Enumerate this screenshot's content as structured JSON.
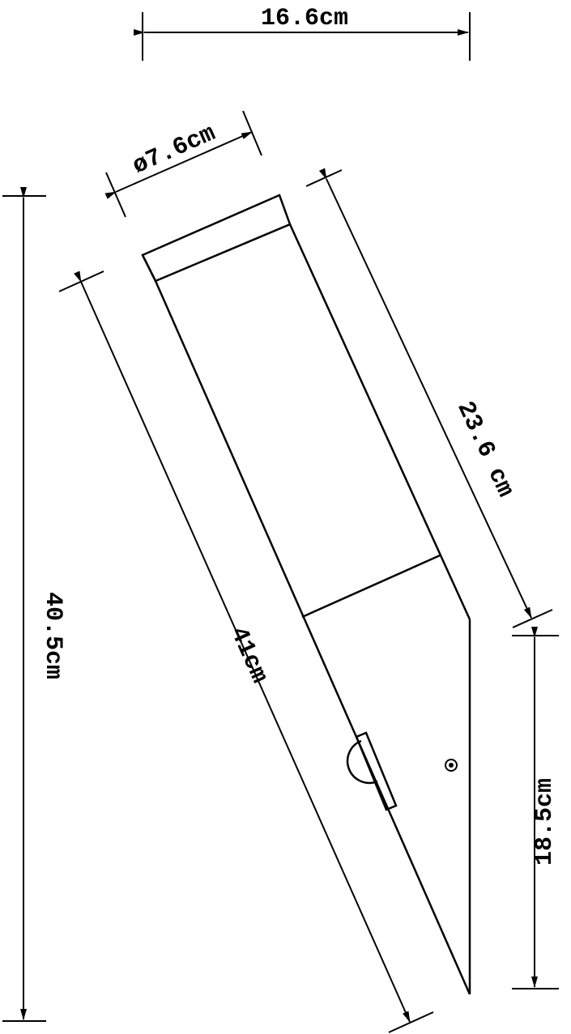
{
  "dimensions": {
    "overall_width": "16.6cm",
    "diameter": "ø7.6cm",
    "overall_height": "40.5cm",
    "head_length": "23.6 cm",
    "total_length": "41cm",
    "spike_height": "18.5cm"
  },
  "colors": {
    "line": "#000000",
    "background": "#ffffff"
  }
}
